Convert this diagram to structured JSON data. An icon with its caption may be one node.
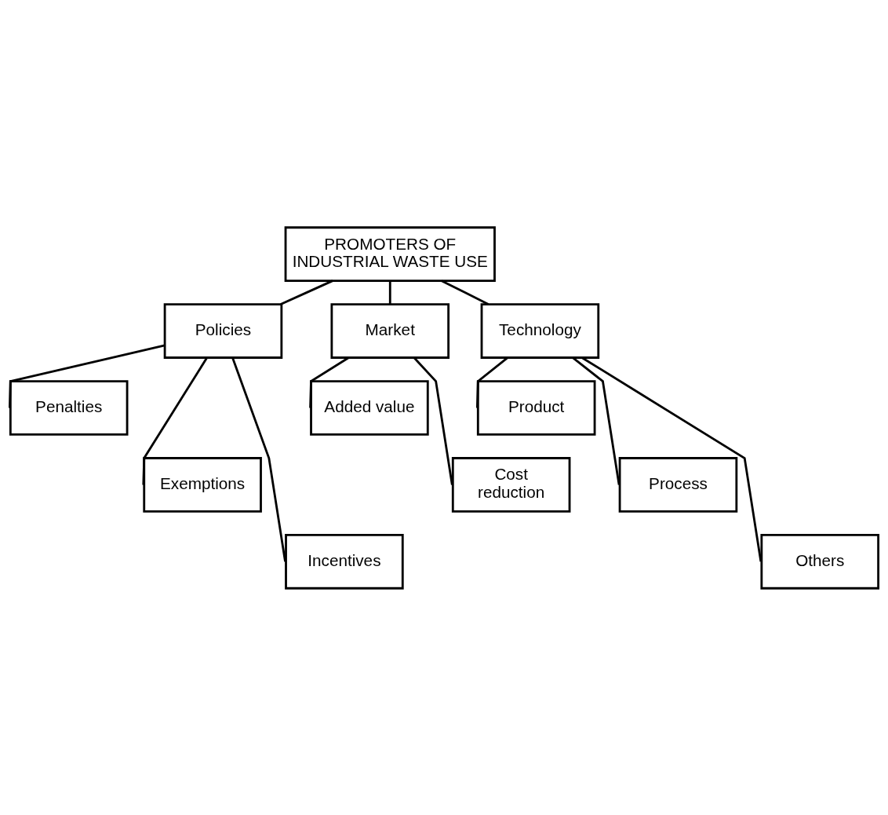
{
  "diagram": {
    "nodes": [
      {
        "text": [
          "PROMOTERS OF INDUSTRIAL WASTE USE"
        ]
      },
      {
        "text": [
          "Policies"
        ]
      },
      {
        "text": [
          "Market"
        ]
      },
      {
        "text": [
          "Technology"
        ]
      },
      {
        "text": [
          "Penalties"
        ]
      },
      {
        "text": [
          "Exemptions"
        ]
      },
      {
        "text": [
          "Incentives"
        ]
      },
      {
        "text": [
          "Added value"
        ]
      },
      {
        "text": [
          "Cost reduction"
        ]
      },
      {
        "text": [
          "Product"
        ]
      },
      {
        "text": [
          "Process"
        ]
      },
      {
        "text": [
          "Others"
        ]
      }
    ],
    "edges": [
      {
        "from": 0,
        "to": 1,
        "arrow": "none"
      },
      {
        "from": 0,
        "to": 2,
        "arrow": "none"
      },
      {
        "from": 0,
        "to": 3,
        "arrow": "none"
      },
      {
        "from": 1,
        "to": 4,
        "arrow": "none"
      },
      {
        "from": 1,
        "to": 5,
        "arrow": "none"
      },
      {
        "from": 1,
        "to": 6,
        "arrow": "none"
      },
      {
        "from": 2,
        "to": 7,
        "arrow": "none"
      },
      {
        "from": 2,
        "to": 8,
        "arrow": "none"
      },
      {
        "from": 3,
        "to": 9,
        "arrow": "none"
      },
      {
        "from": 3,
        "to": 10,
        "arrow": "none"
      },
      {
        "from": 3,
        "to": 11,
        "arrow": "none"
      }
    ]
  }
}
